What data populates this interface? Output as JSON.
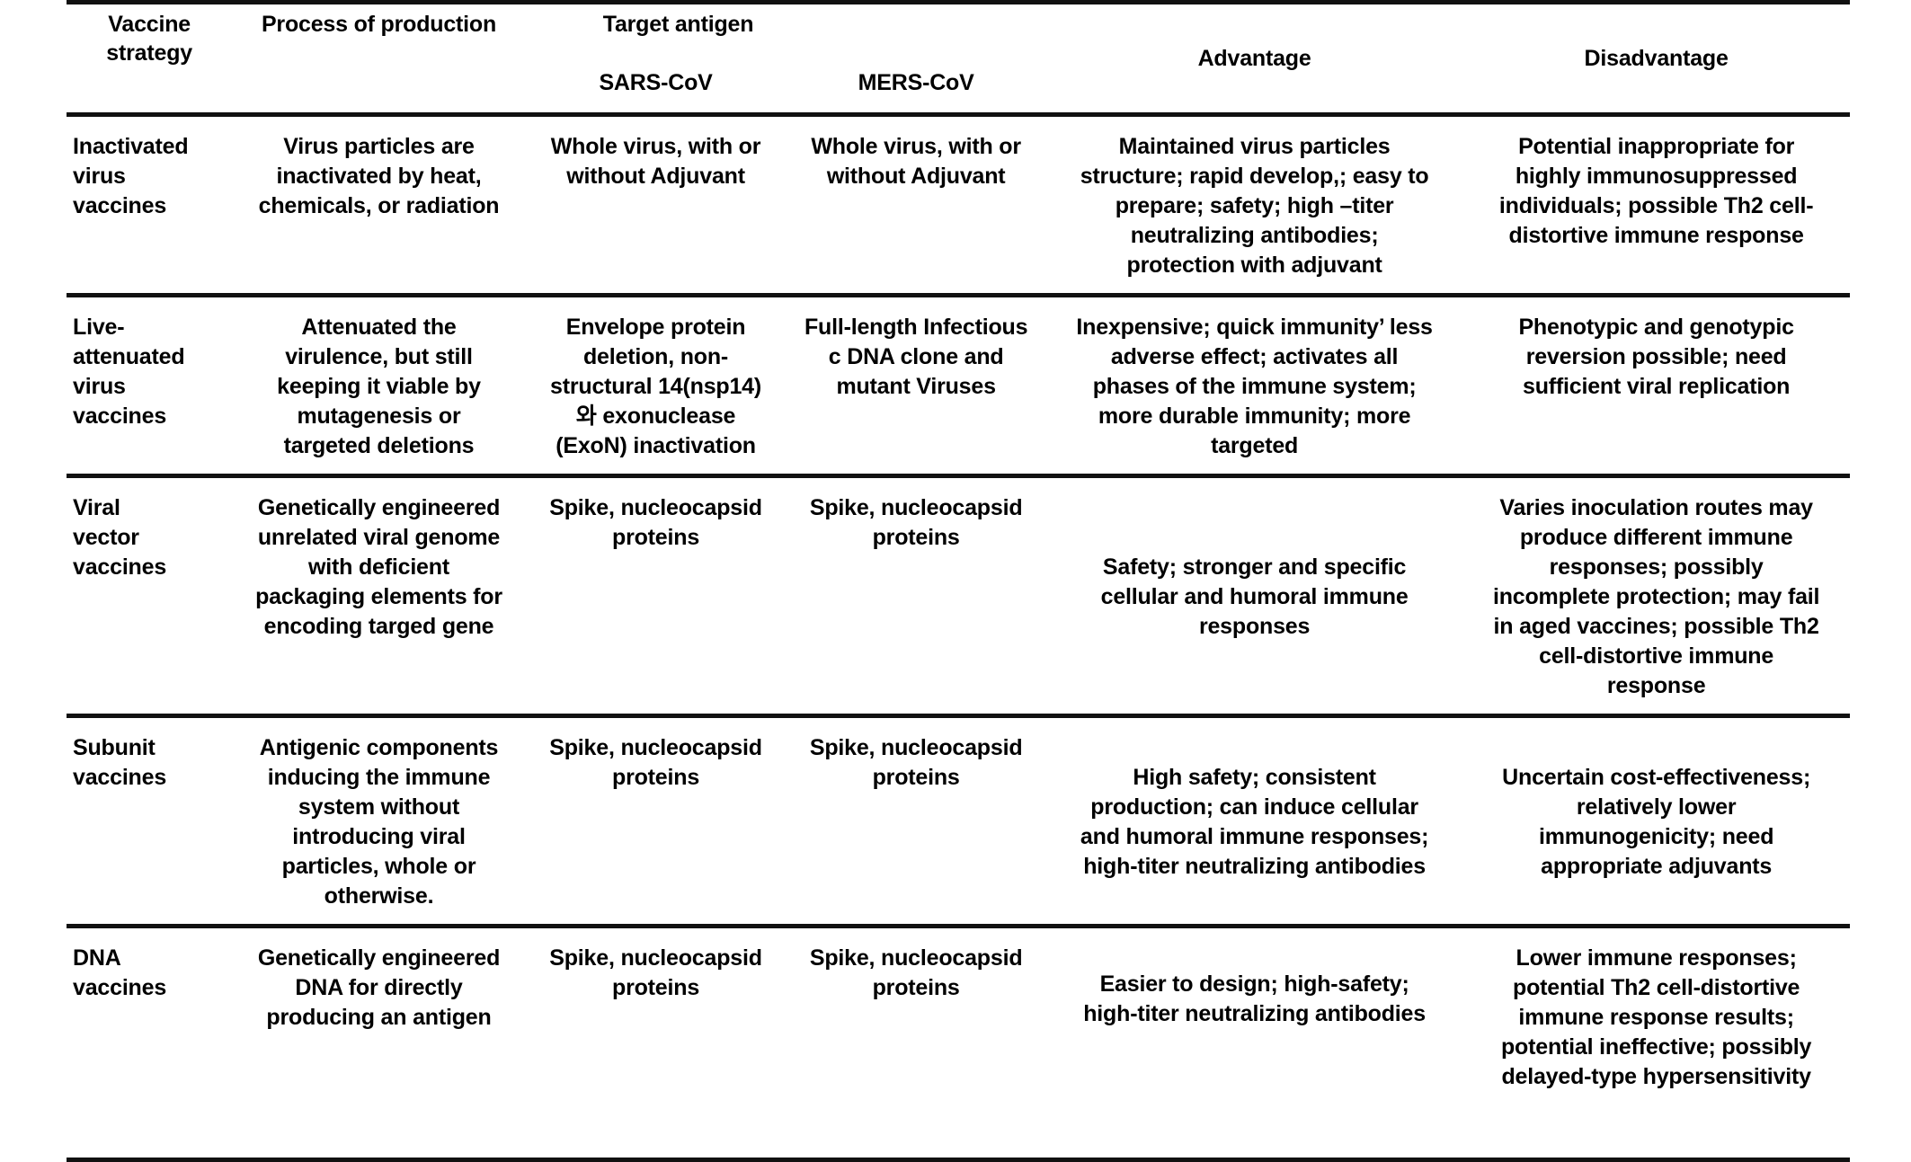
{
  "table": {
    "caption": "",
    "headers": {
      "strategy": "Vaccine\nstrategy",
      "strategy_line1": "Vaccine",
      "strategy_line2": "strategy",
      "process": "Process of production",
      "target_antigen": "Target antigen",
      "sars": "SARS-CoV",
      "mers": "MERS-CoV",
      "advantage": "Advantage",
      "disadvantage": "Disadvantage"
    },
    "rows": [
      {
        "strategy_line1": "Inactivated",
        "strategy_line2": "virus",
        "strategy_line3": "vaccines",
        "process": "Virus particles are inactivated by heat, chemicals, or radiation",
        "sars": "Whole virus, with or without Adjuvant",
        "mers": "Whole virus, with or without Adjuvant",
        "advantage": "Maintained virus particles structure; rapid develop,; easy to prepare; safety; high –titer neutralizing antibodies; protection with adjuvant",
        "disadvantage": "Potential inappropriate for highly immunosuppressed individuals; possible Th2 cell-distortive immune response"
      },
      {
        "strategy_line1": "Live-",
        "strategy_line2": "attenuated",
        "strategy_line3": "virus",
        "strategy_line4": "vaccines",
        "process": "Attenuated the virulence, but still keeping it viable by mutagenesis or targeted deletions",
        "sars": "Envelope protein deletion, non-structural 14(nsp14)와 exonuclease (ExoN) inactivation",
        "mers": "Full-length Infectious c DNA clone and mutant Viruses",
        "advantage": "Inexpensive; quick immunity’ less adverse effect; activates all phases of the immune system; more durable immunity; more targeted",
        "disadvantage": "Phenotypic and genotypic reversion possible; need sufficient viral replication"
      },
      {
        "strategy_line1": "Viral",
        "strategy_line2": "vector",
        "strategy_line3": "vaccines",
        "process": "Genetically engineered unrelated viral genome with deficient packaging elements for encoding targed gene",
        "sars": "Spike, nucleocapsid proteins",
        "mers": "Spike, nucleocapsid proteins",
        "advantage": "Safety; stronger and specific cellular and humoral immune responses",
        "disadvantage": "Varies inoculation routes may produce different immune responses; possibly incomplete protection; may fail in aged vaccines; possible Th2 cell-distortive immune response"
      },
      {
        "strategy_line1": "Subunit",
        "strategy_line2": "vaccines",
        "process": "Antigenic components inducing the immune system without introducing viral particles, whole or otherwise.",
        "sars": "Spike, nucleocapsid proteins",
        "mers": "Spike, nucleocapsid proteins",
        "advantage": "High safety; consistent production; can induce cellular and humoral immune responses; high-titer neutralizing antibodies",
        "disadvantage": "Uncertain cost-effectiveness; relatively lower immunogenicity; need appropriate adjuvants"
      },
      {
        "strategy_line1": "DNA",
        "strategy_line2": "vaccines",
        "process": "Genetically engineered DNA for directly producing an antigen",
        "sars": "Spike, nucleocapsid proteins",
        "mers": "Spike, nucleocapsid proteins",
        "advantage": "Easier to design; high-safety; high-titer neutralizing antibodies",
        "disadvantage": "Lower immune responses; potential Th2 cell-distortive immune response results; potential ineffective; possibly delayed-type hypersensitivity"
      }
    ]
  },
  "colors": {
    "rule": "#111111",
    "text": "#000000",
    "background": "#ffffff"
  }
}
